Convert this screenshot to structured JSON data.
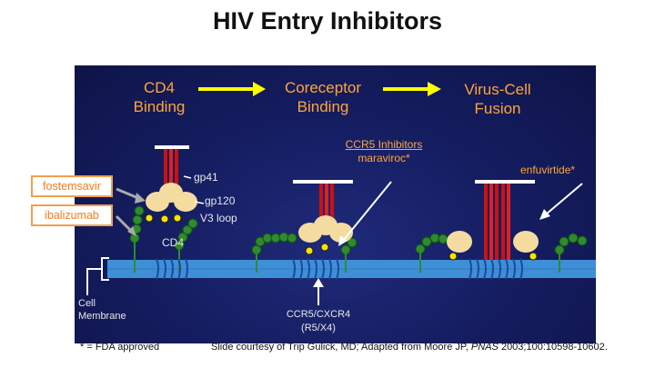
{
  "title": "HIV Entry Inhibitors",
  "stages": {
    "cd4_binding_line1": "CD4",
    "cd4_binding_line2": "Binding",
    "coreceptor_line1": "Coreceptor",
    "coreceptor_line2": "Binding",
    "fusion_line1": "Virus-Cell",
    "fusion_line2": "Fusion"
  },
  "drugs": {
    "fostemsavir": "fostemsavir",
    "ibalizumab": "ibalizumab",
    "ccr5_line1": "CCR5 Inhibitors",
    "ccr5_line2": "maraviroc*",
    "enfuvirtide": "enfuvirtide*"
  },
  "labels": {
    "gp41": "gp41",
    "gp120": "gp120",
    "v3loop": "V3 loop",
    "cd4": "CD4",
    "cell_membrane_line1": "Cell",
    "cell_membrane_line2": "Membrane",
    "coreceptor_line1": "CCR5/CXCR4",
    "coreceptor_line2": "(R5/X4)"
  },
  "footnotes": {
    "fda": "* = FDA approved",
    "credit_prefix": "Slide courtesy of Trip Gulick, MD; Adapted from Moore JP, ",
    "credit_journal": "PNAS",
    "credit_suffix": " 2003;100:10598-10602."
  },
  "colors": {
    "stage_text": "#ffa53a",
    "arrow": "#ffff00",
    "membrane": "#3f8fd6",
    "gp41": "#cc1111",
    "gp120": "#f4dca0",
    "cd4": "#2e8b2e",
    "v3": "#f5e400",
    "drug_border": "#f0a050"
  }
}
